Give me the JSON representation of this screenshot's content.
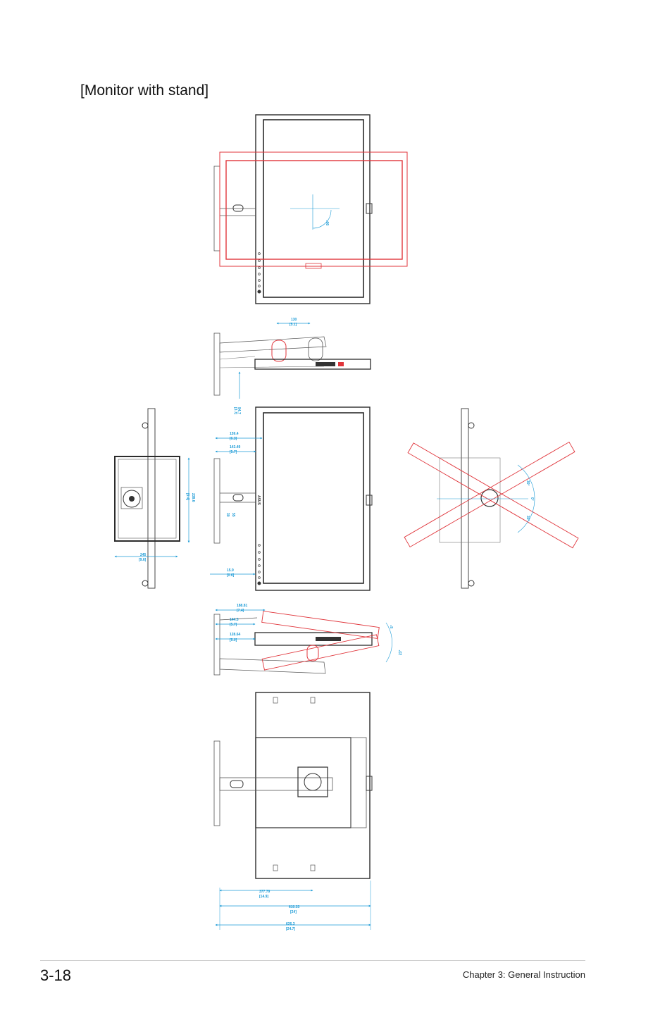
{
  "heading": "[Monitor with stand]",
  "footer": {
    "page_number": "3-18",
    "chapter": "Chapter 3: General Instruction"
  },
  "dimensions": {
    "pivot_angle": "90°",
    "top_depth": "130",
    "top_depth_in": "[5.1]",
    "stand_height_low": "94.7",
    "stand_height_low_in": "[3.7]",
    "base_width": "245",
    "base_width_in": "[9.6]",
    "base_depth": "238.6",
    "base_depth_in": "[9.4]",
    "side_159": "159.4",
    "side_159_in": "[6.3]",
    "side_143": "143.49",
    "side_143_in": "[5.7]",
    "side_30": "30",
    "side_55": "55",
    "side_15": "15.9",
    "side_15_in": "[0.6]",
    "swivel_left": "30°",
    "swivel_center": "0°",
    "swivel_right": "30°",
    "tilt_188": "188.81",
    "tilt_188_in": "[7.4]",
    "tilt_144": "144.5",
    "tilt_144_in": "[5.7]",
    "tilt_128": "128.64",
    "tilt_128_in": "[5.0]",
    "tilt_up": "5°",
    "tilt_down": "23°",
    "bottom_377": "377.79",
    "bottom_377_in": "[14.9]",
    "bottom_610": "610.33",
    "bottom_610_in": "[24]",
    "bottom_626": "626.3",
    "bottom_626_in": "[24.7]",
    "brand": "ASUS"
  },
  "colors": {
    "outline": "#2b2b2b",
    "rotation": "#e0353b",
    "dimension": "#1a9ad6"
  }
}
